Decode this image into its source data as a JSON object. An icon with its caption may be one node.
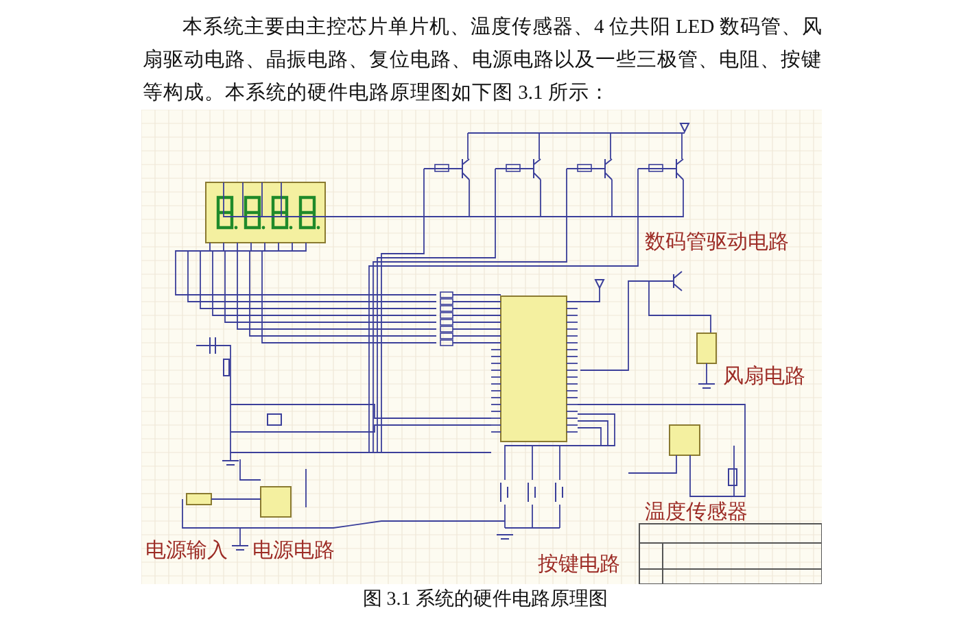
{
  "diagram": {
    "caption": "图 3.1 系统的硬件电路原理图",
    "labels": [
      "本系统主要由主控芯片单片机、温度传感器、4 位共阳 LED 数码管、风扇驱动电路、晶振电路、复位电路、电源电路以及一些三极管、电阻、按键等构成。本系统的硬件电路原理图如下图 3.1 所示：",
      "数码管驱动电路",
      "风扇电路",
      "温度传感器",
      "电源输入",
      "电源电路",
      "按键电路"
    ]
  }
}
